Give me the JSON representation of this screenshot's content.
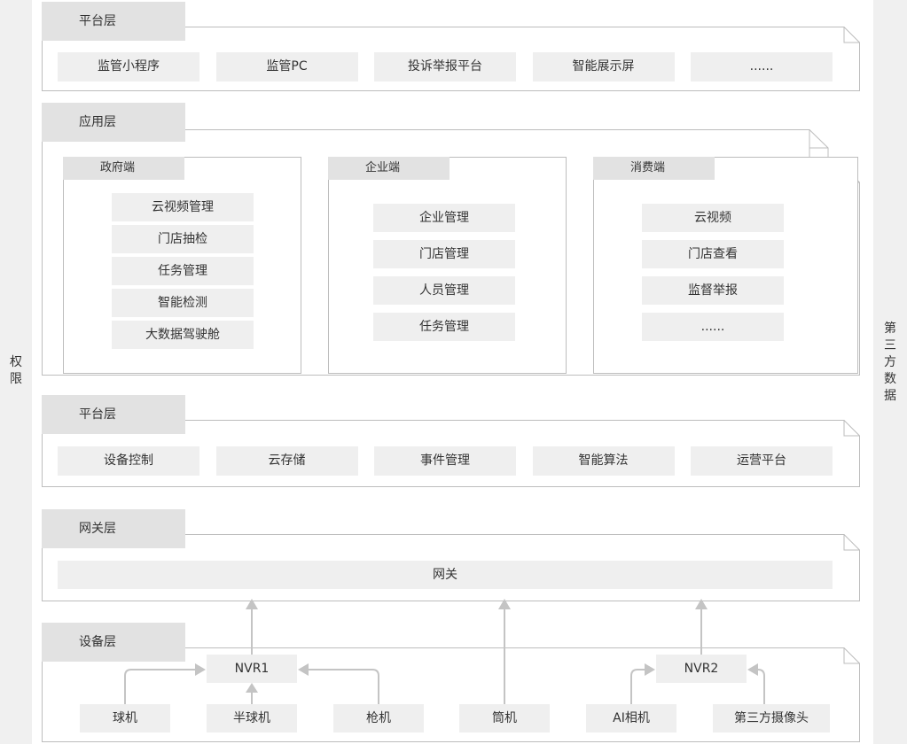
{
  "sides": {
    "left": [
      "权",
      "限"
    ],
    "right": [
      "第",
      "三",
      "方",
      "数",
      "据"
    ]
  },
  "platform_top": {
    "title": "平台层",
    "items": [
      "监管小程序",
      "监管PC",
      "投诉举报平台",
      "智能展示屏",
      "......"
    ]
  },
  "application": {
    "title": "应用层",
    "panels": [
      {
        "title": "政府端",
        "items": [
          "云视频管理",
          "门店抽检",
          "任务管理",
          "智能检测",
          "大数据驾驶舱"
        ]
      },
      {
        "title": "企业端",
        "items": [
          "企业管理",
          "门店管理",
          "人员管理",
          "任务管理"
        ]
      },
      {
        "title": "消费端",
        "items": [
          "云视频",
          "门店查看",
          "监督举报",
          "......"
        ]
      }
    ]
  },
  "platform_mid": {
    "title": "平台层",
    "items": [
      "设备控制",
      "云存储",
      "事件管理",
      "智能算法",
      "运营平台"
    ]
  },
  "gateway": {
    "title": "网关层",
    "bar": "网关"
  },
  "device": {
    "title": "设备层",
    "nvr1": "NVR1",
    "nvr2": "NVR2",
    "items": [
      "球机",
      "半球机",
      "枪机",
      "筒机",
      "AI相机",
      "第三方摄像头"
    ]
  },
  "colors": {
    "tab": "#e2e2e2",
    "box": "#efefef",
    "side": "#f0f0f0",
    "border": "#bdbdbd",
    "arrow": "#c4c4c4"
  }
}
